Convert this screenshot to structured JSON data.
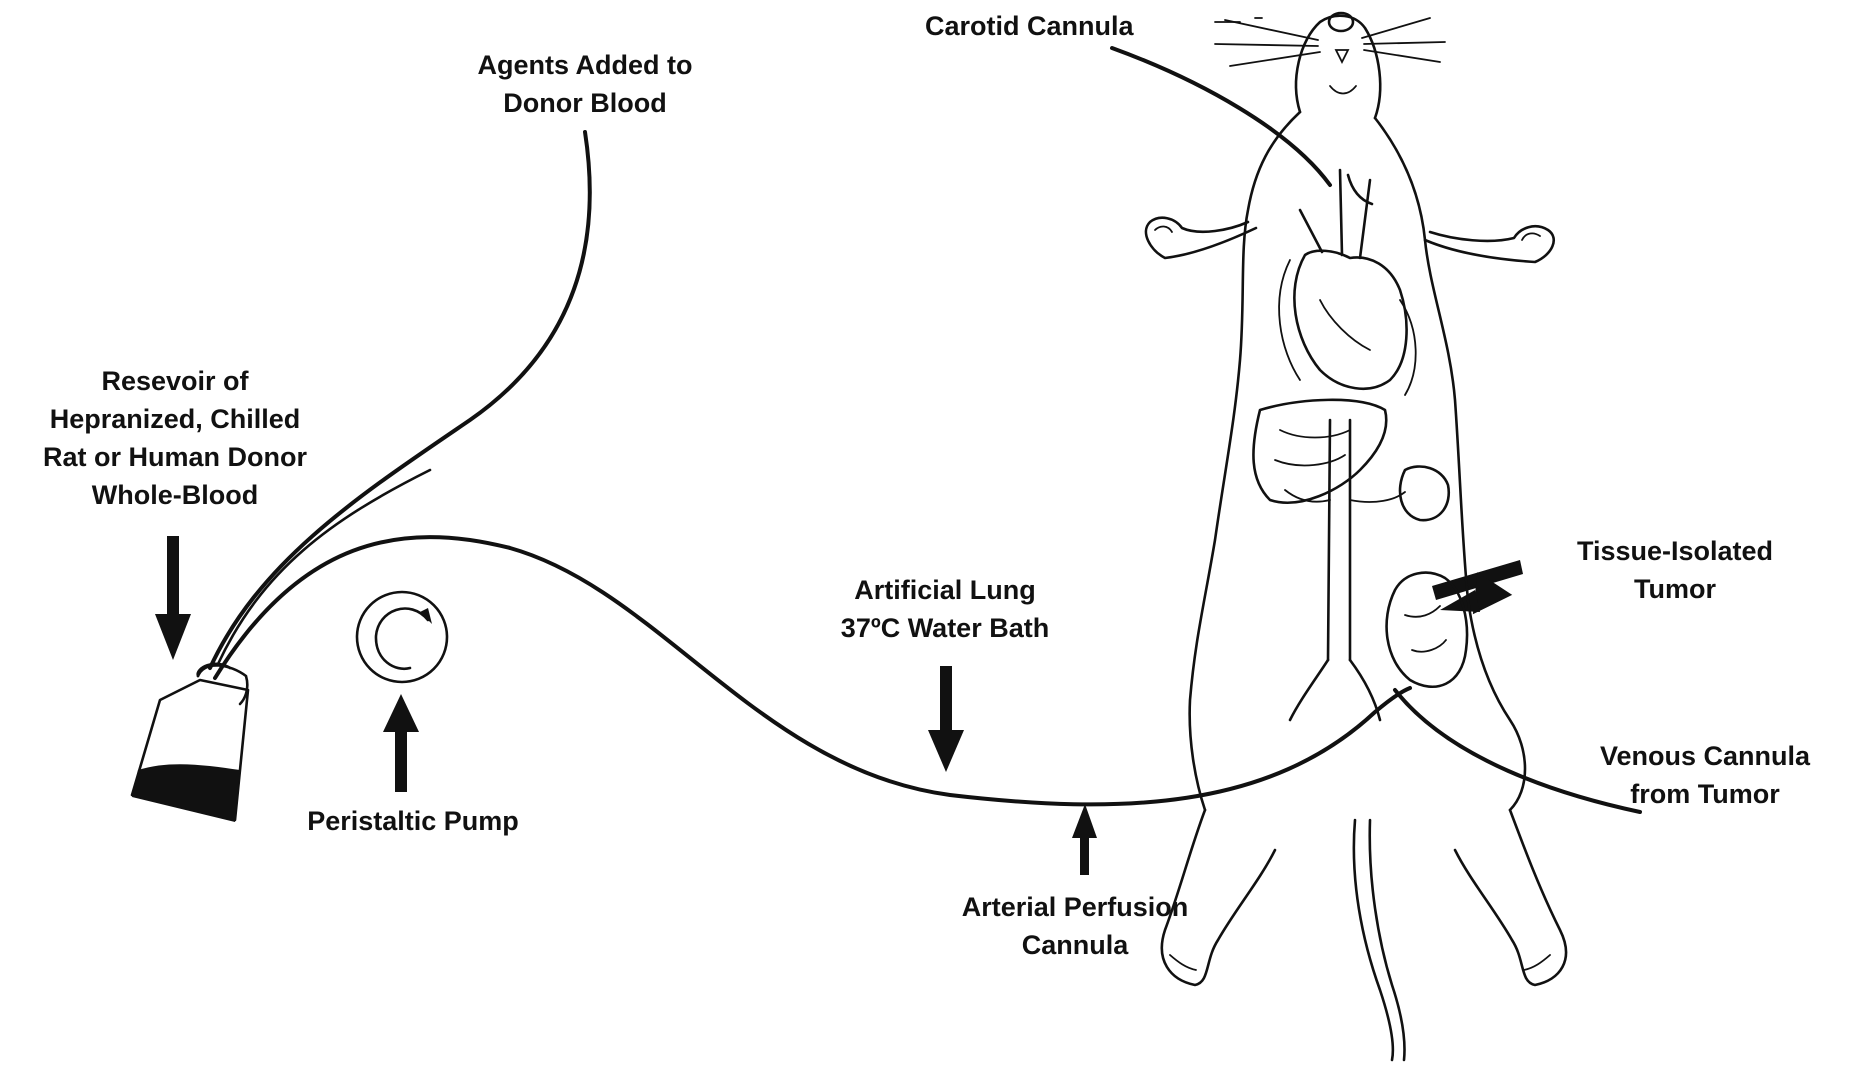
{
  "labels": {
    "agents": {
      "line1": "Agents Added to",
      "line2": "Donor Blood"
    },
    "reservoir": {
      "line1": "Resevoir of",
      "line2": "Hepranized, Chilled",
      "line3": "Rat or Human Donor",
      "line4": "Whole-Blood"
    },
    "pump": "Peristaltic Pump",
    "lung": {
      "line1": "Artificial Lung",
      "line2": "37ºC  Water Bath"
    },
    "arterial": {
      "line1": "Arterial Perfusion",
      "line2": "Cannula"
    },
    "carotid": "Carotid Cannula",
    "tumor": {
      "line1": "Tissue-Isolated",
      "line2": "Tumor"
    },
    "venous": {
      "line1": "Venous Cannula",
      "line2": "from Tumor"
    }
  }
}
